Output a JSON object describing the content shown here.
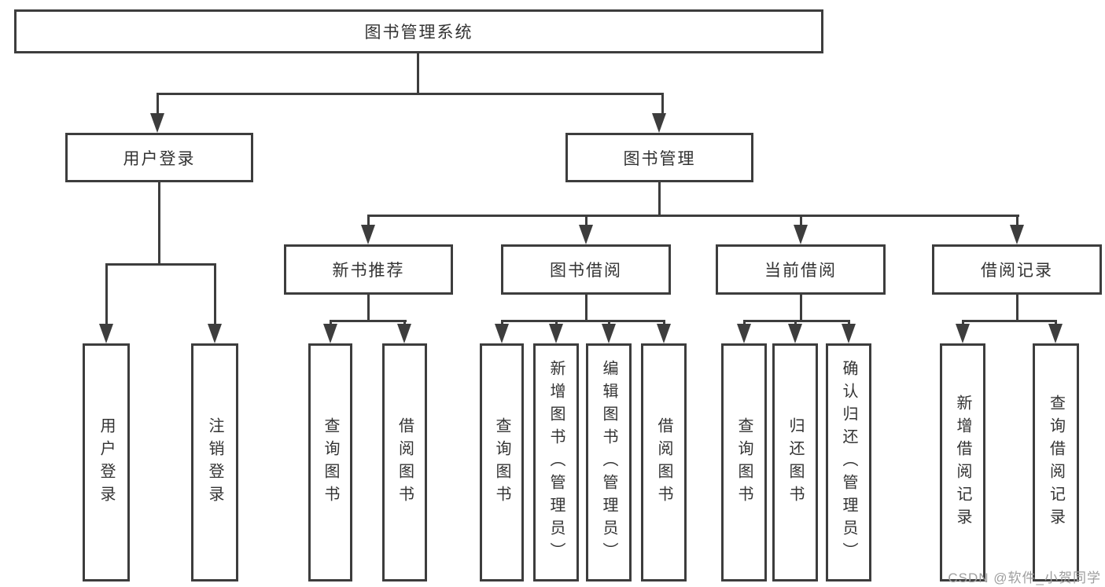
{
  "diagram": {
    "root": {
      "label": "图书管理系统"
    },
    "level2": {
      "user_login": {
        "label": "用户登录"
      },
      "book_mgmt": {
        "label": "图书管理"
      }
    },
    "level3": {
      "new_book_rec": {
        "label": "新书推荐"
      },
      "book_borrow": {
        "label": "图书借阅"
      },
      "current_borrow": {
        "label": "当前借阅"
      },
      "borrow_records": {
        "label": "借阅记录"
      }
    },
    "leaves": {
      "user_login_leaf": {
        "label": "用户登录"
      },
      "logout": {
        "label": "注销登录"
      },
      "rec_query_books": {
        "label": "查询图书"
      },
      "rec_borrow_books": {
        "label": "借阅图书"
      },
      "bb_query_books": {
        "label": "查询图书"
      },
      "bb_add_books": {
        "label": "新增图书（管理员）"
      },
      "bb_edit_books": {
        "label": "编辑图书（管理员）"
      },
      "bb_borrow_books": {
        "label": "借阅图书"
      },
      "cb_query_books": {
        "label": "查询图书"
      },
      "cb_return_books": {
        "label": "归还图书"
      },
      "cb_confirm_return": {
        "label": "确认归还（管理员）"
      },
      "br_add_record": {
        "label": "新增借阅记录"
      },
      "br_query_record": {
        "label": "查询借阅记录"
      }
    },
    "watermark": "CSDN @软件_小贺同学",
    "colors": {
      "line": "#3d3d3d",
      "text": "#333333",
      "background": "#ffffff",
      "watermark": "#9e9e9e"
    }
  }
}
